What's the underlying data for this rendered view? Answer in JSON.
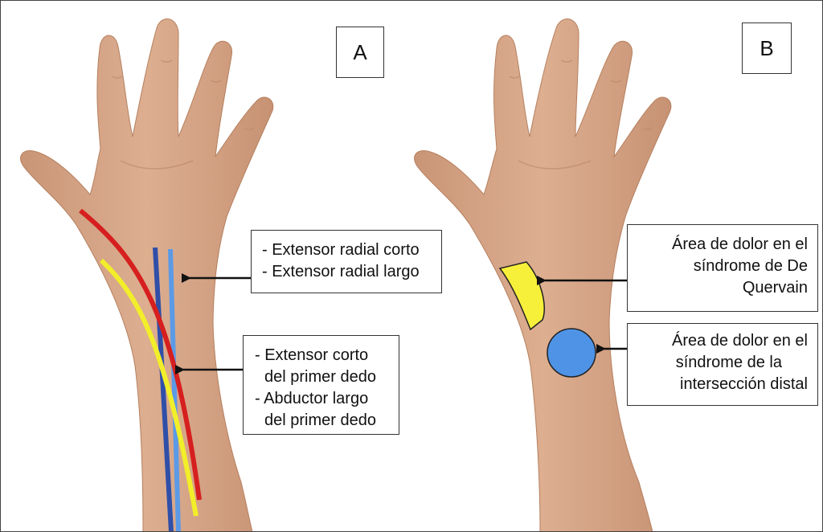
{
  "panels": {
    "a": {
      "letter": "A",
      "radial_box": {
        "line1": "- Extensor radial corto",
        "line2": "- Extensor radial largo"
      },
      "thumb_box": {
        "line1": "- Extensor corto",
        "line2": "del primer dedo",
        "line3": "- Abductor largo",
        "line4": "del primer dedo"
      }
    },
    "b": {
      "letter": "B",
      "quervain_box": {
        "line1": "Área de dolor en el",
        "line2": "síndrome de De",
        "line3": "Quervain"
      },
      "intersection_box": {
        "line1": "Área de dolor en el",
        "line2": "síndrome de la",
        "line3": "intersección distal"
      }
    }
  },
  "colors": {
    "skin": "#d9a98b",
    "skin_shadow": "#c08a6c",
    "tendon_red": "#d61f1f",
    "tendon_yellow": "#f2ee2a",
    "tendon_dark_blue": "#2f4fa8",
    "tendon_light_blue": "#5b9ae6",
    "pain_zone_yellow": "#f7f03a",
    "pain_zone_blue": "#4f93e6",
    "arrow": "#111111"
  },
  "icons": {
    "arrow": "arrow-left-icon",
    "hand": "hand-illustration"
  }
}
